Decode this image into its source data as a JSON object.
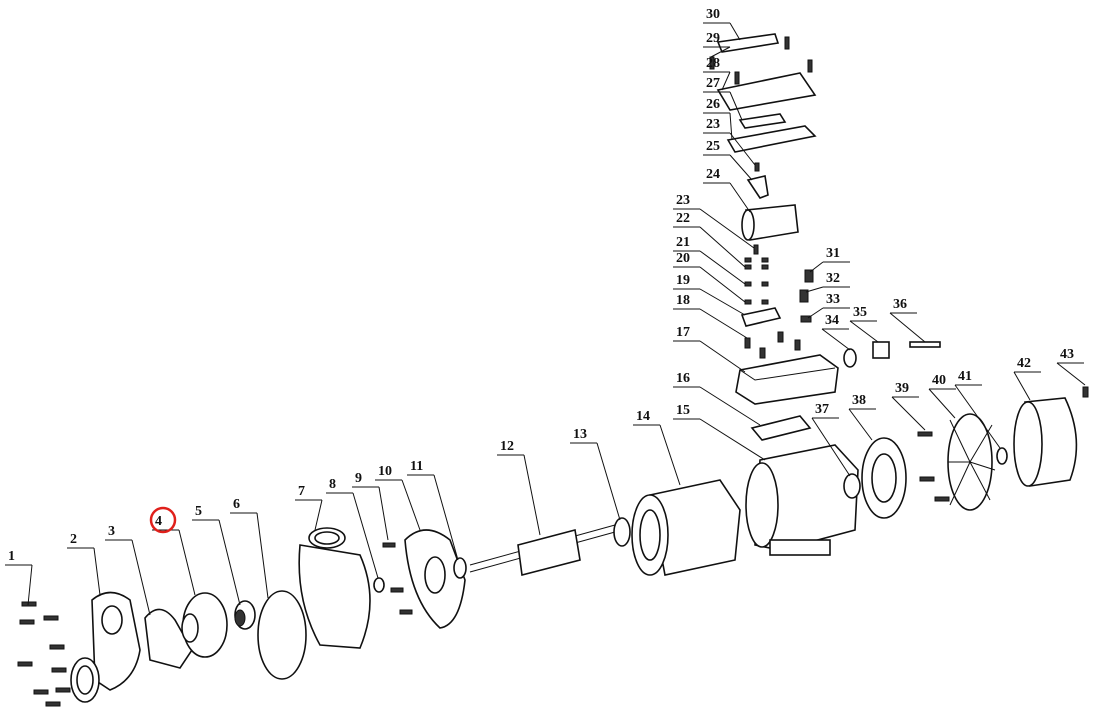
{
  "diagram": {
    "labels": [
      "1",
      "2",
      "3",
      "4",
      "5",
      "6",
      "7",
      "8",
      "9",
      "10",
      "11",
      "12",
      "13",
      "14",
      "15",
      "16",
      "17",
      "18",
      "19",
      "20",
      "21",
      "22",
      "23",
      "24",
      "25",
      "23",
      "26",
      "27",
      "28",
      "29",
      "30",
      "31",
      "32",
      "33",
      "34",
      "35",
      "36",
      "37",
      "38",
      "39",
      "40",
      "41",
      "42",
      "43"
    ],
    "highlighted_label": "4",
    "highlight_color": "#e0201b"
  }
}
